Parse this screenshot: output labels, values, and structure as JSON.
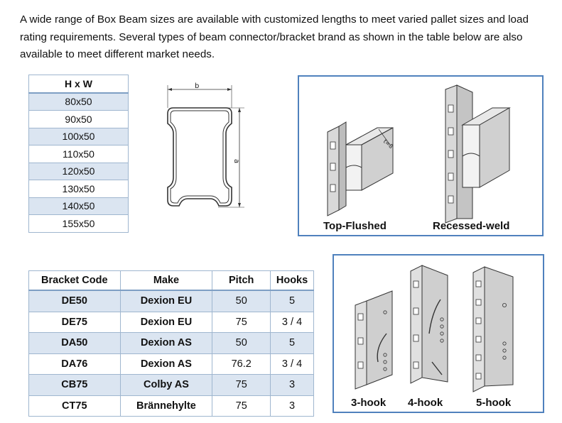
{
  "intro_text": "A wide range of Box Beam sizes are available with customized lengths to meet varied pallet sizes and load rating requirements. Several types of beam connector/bracket brand as shown in the table below are also available to meet different market needs.",
  "size_table": {
    "header": "H x W",
    "rows": [
      "80x50",
      "90x50",
      "100x50",
      "110x50",
      "120x50",
      "130x50",
      "140x50",
      "155x50"
    ]
  },
  "profile_drawing": {
    "width_label": "b",
    "height_label": "a"
  },
  "connector_box": {
    "captions": [
      "Top-Flushed",
      "Recessed-weld"
    ],
    "dim_label": "t=8"
  },
  "bracket_table": {
    "headers": [
      "Bracket Code",
      "Make",
      "Pitch",
      "Hooks"
    ],
    "rows": [
      [
        "DE50",
        "Dexion EU",
        "50",
        "5"
      ],
      [
        "DE75",
        "Dexion EU",
        "75",
        "3 / 4"
      ],
      [
        "DA50",
        "Dexion AS",
        "50",
        "5"
      ],
      [
        "DA76",
        "Dexion AS",
        "76.2",
        "3 / 4"
      ],
      [
        "CB75",
        "Colby AS",
        "75",
        "3"
      ],
      [
        "CT75",
        "Brännehylte",
        "75",
        "3"
      ]
    ]
  },
  "hook_box": {
    "captions": [
      "3-hook",
      "4-hook",
      "5-hook"
    ]
  },
  "colors": {
    "frame_blue": "#4f81bd",
    "row_tint": "#dbe5f1",
    "grid": "#9fb6cf"
  }
}
